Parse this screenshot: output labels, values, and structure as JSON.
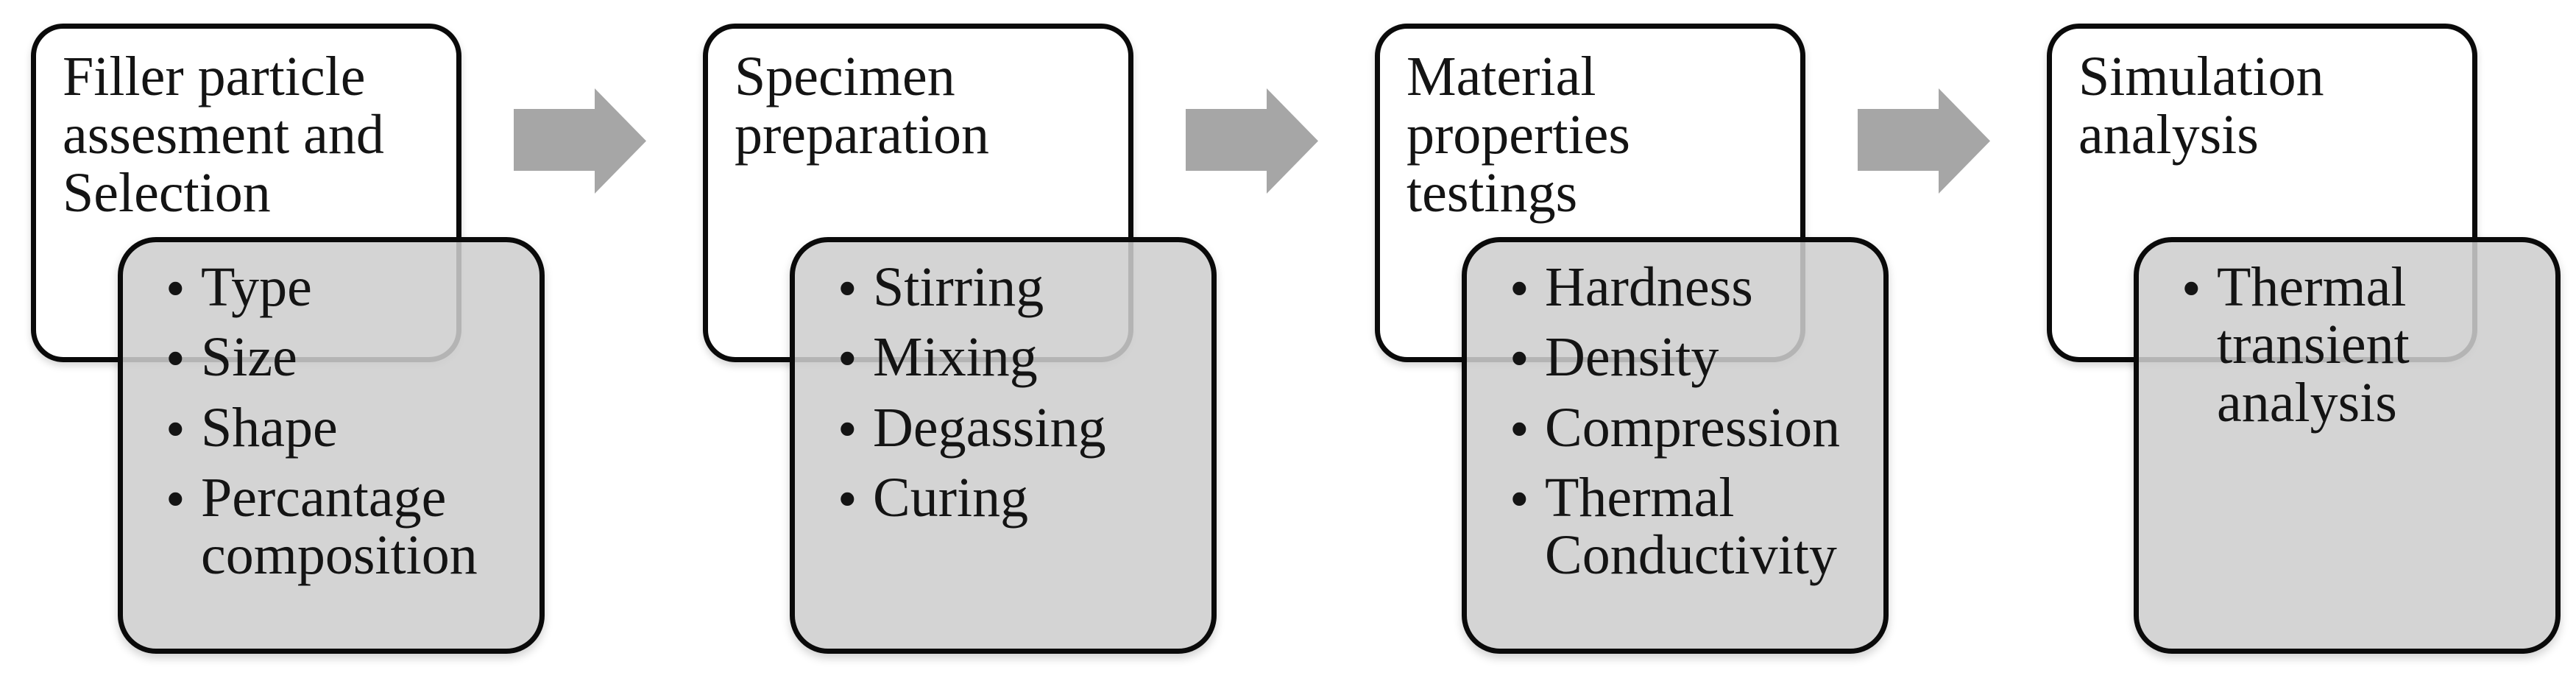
{
  "diagram": {
    "bullet_char": "•",
    "stages": [
      {
        "title": "Filler particle assesment and Selection",
        "bullets": [
          "Type",
          "Size",
          "Shape",
          "Percantage composition"
        ]
      },
      {
        "title": "Specimen preparation",
        "bullets": [
          "Stirring",
          "Mixing",
          "Degassing",
          "Curing"
        ]
      },
      {
        "title": "Material properties testings",
        "bullets": [
          "Hardness",
          "Density",
          "Compression",
          "Thermal Conductivity"
        ]
      },
      {
        "title": "Simulation analysis",
        "bullets": [
          "Thermal transient analysis"
        ]
      }
    ],
    "colors": {
      "card_fill": "#ffffff",
      "bullet_card_fill": "#d2d2d2",
      "border": "#0a0a0a",
      "arrow": "#a6a6a6",
      "text": "#141414"
    }
  }
}
